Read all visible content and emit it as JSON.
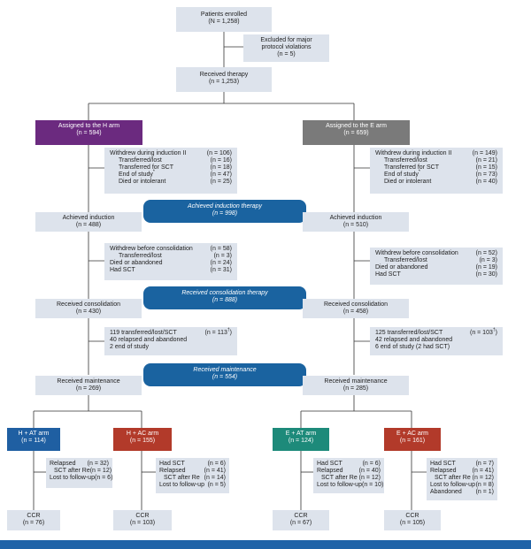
{
  "enrolled": {
    "label": "Patients enrolled",
    "n": "(N = 1,258)"
  },
  "excluded": {
    "label1": "Excluded for major",
    "label2": "protocol violations",
    "n": "(n = 5)"
  },
  "received_therapy": {
    "label": "Received therapy",
    "n": "(n = 1,253)"
  },
  "h_arm": {
    "label": "Assigned to the H arm",
    "n": "(n = 594)",
    "color": "#6b2a7f"
  },
  "e_arm": {
    "label": "Assigned to the E arm",
    "n": "(n = 659)",
    "color": "#7a7a7a"
  },
  "withdrew_induction_h": {
    "rows": [
      {
        "label": "Withdrew during induction II",
        "n": "(n = 106)"
      },
      {
        "label": "Transferred/lost",
        "n": "(n = 16)"
      },
      {
        "label": "Transferred for SCT",
        "n": "(n = 18)"
      },
      {
        "label": "End of study",
        "sup": "*",
        "n": "(n = 47)"
      },
      {
        "label": "Died or intolerant",
        "n": "(n = 25)"
      }
    ]
  },
  "withdrew_induction_e": {
    "rows": [
      {
        "label": "Withdrew during induction II",
        "n": "(n = 149)"
      },
      {
        "label": "Transferred/lost",
        "n": "(n = 21)"
      },
      {
        "label": "Transferred for SCT",
        "n": "(n = 15)"
      },
      {
        "label": "End of study",
        "sup": "*",
        "n": "(n = 73)"
      },
      {
        "label": "Died or intolerant",
        "n": "(n = 40)"
      }
    ]
  },
  "pill_induction": {
    "label": "Achieved induction  therapy",
    "n": "(n = 998)"
  },
  "achieved_induction_h": {
    "label": "Achieved induction",
    "n": "(n = 488)"
  },
  "achieved_induction_e": {
    "label": "Achieved induction",
    "n": "(n = 510)"
  },
  "withdrew_consol_h": {
    "rows": [
      {
        "label": "Withdrew before consolidation",
        "n": "(n = 58)"
      },
      {
        "label": "Transferred/lost",
        "n": "(n = 3)"
      },
      {
        "label": "Died or abandoned",
        "n": "(n = 24)"
      },
      {
        "label": "Had SCT",
        "n": "(n = 31)"
      }
    ]
  },
  "withdrew_consol_e": {
    "rows": [
      {
        "label": "Withdrew before consolidation",
        "n": "(n = 52)"
      },
      {
        "label": "Transferred/lost",
        "n": "(n = 3)"
      },
      {
        "label": "Died or abandoned",
        "n": "(n = 19)"
      },
      {
        "label": "Had SCT",
        "n": "(n = 30)"
      }
    ]
  },
  "pill_consolidation": {
    "label": "Received consolidation therapy",
    "n": "(n = 888)"
  },
  "received_consol_h": {
    "label": "Received consolidation",
    "n": "(n = 430)"
  },
  "received_consol_e": {
    "label": "Received consolidation",
    "n": "(n = 458)"
  },
  "post_consol_h": {
    "line1": "119 transferred/lost/SCT",
    "line1_n": "(n = 113",
    "line1_sup": "†",
    "line2": "40 relapsed and abandoned",
    "line3": "2 end of study"
  },
  "post_consol_e": {
    "line1": "125 transferred/lost/SCT",
    "line1_n": "(n = 103",
    "line1_sup": "†",
    "line2": "42 relapsed and abandoned",
    "line3": "6 end of study (2 had SCT)"
  },
  "pill_maintenance": {
    "label": "Received maintenance",
    "n": "(n = 554)"
  },
  "received_maint_h": {
    "label": "Received maintenance",
    "n": "(n = 269)"
  },
  "received_maint_e": {
    "label": "Received maintenance",
    "n": "(n = 285)"
  },
  "h_at": {
    "label": "H + AT arm",
    "n": "(n = 114)",
    "color": "#1f5fa2"
  },
  "h_ac": {
    "label": "H + AC arm",
    "n": "(n = 155)",
    "color": "#b23a2a"
  },
  "e_at": {
    "label": "E + AT arm",
    "n": "(n = 124)",
    "color": "#1d8a7a"
  },
  "e_ac": {
    "label": "E + AC arm",
    "n": "(n = 161)",
    "color": "#b23a2a"
  },
  "h_at_out": {
    "rows": [
      {
        "label": "Relapsed",
        "n": "(n = 32)"
      },
      {
        "label": "SCT after Re",
        "n": "(n = 12)"
      },
      {
        "label": "Lost to follow-up",
        "n": "(n = 6)"
      }
    ]
  },
  "h_ac_out": {
    "rows": [
      {
        "label": "Had SCT",
        "n": "(n = 6)"
      },
      {
        "label": "Relapsed",
        "n": "(n = 41)"
      },
      {
        "label": "SCT after Re",
        "n": "(n = 14)"
      },
      {
        "label": "Lost to follow-up",
        "n": "(n = 5)"
      }
    ]
  },
  "e_at_out": {
    "rows": [
      {
        "label": "Had SCT",
        "n": "(n = 6)"
      },
      {
        "label": "Relapsed",
        "n": "(n = 40)"
      },
      {
        "label": "SCT after Re",
        "n": "(n = 12)"
      },
      {
        "label": "Lost to follow-up",
        "n": "(n = 10)"
      }
    ]
  },
  "e_ac_out": {
    "rows": [
      {
        "label": "Had SCT",
        "n": "(n = 7)"
      },
      {
        "label": "Relapsed",
        "n": "(n = 41)"
      },
      {
        "label": "SCT after Re",
        "n": "(n = 12)"
      },
      {
        "label": "Lost to follow-up",
        "n": "(n = 8)"
      },
      {
        "label": "Abandoned",
        "n": "(n = 1)"
      }
    ]
  },
  "ccr_h_at": {
    "label": "CCR",
    "n": "(n = 76)"
  },
  "ccr_h_ac": {
    "label": "CCR",
    "n": "(n = 103)"
  },
  "ccr_e_at": {
    "label": "CCR",
    "n": "(n = 67)"
  },
  "ccr_e_ac": {
    "label": "CCR",
    "n": "(n = 105)"
  }
}
